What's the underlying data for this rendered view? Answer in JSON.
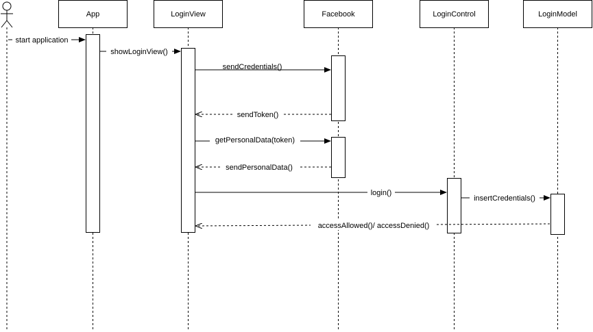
{
  "participants": [
    {
      "id": "actor",
      "label": ""
    },
    {
      "id": "app",
      "label": "App"
    },
    {
      "id": "loginview",
      "label": "LoginView"
    },
    {
      "id": "facebook",
      "label": "Facebook"
    },
    {
      "id": "logincontrol",
      "label": "LoginControl"
    },
    {
      "id": "loginmodel",
      "label": "LoginModel"
    }
  ],
  "messages": [
    {
      "id": "start",
      "label": "start application",
      "from": "actor",
      "to": "app",
      "type": "call"
    },
    {
      "id": "showloginview",
      "label": "showLoginView()",
      "from": "app",
      "to": "loginview",
      "type": "call"
    },
    {
      "id": "sendcredentials",
      "label": "sendCredentials()",
      "from": "loginview",
      "to": "facebook",
      "type": "call"
    },
    {
      "id": "sendtoken",
      "label": "sendToken()",
      "from": "facebook",
      "to": "loginview",
      "type": "return"
    },
    {
      "id": "getpersonaldata",
      "label": "getPersonalData(token)",
      "from": "loginview",
      "to": "facebook",
      "type": "call"
    },
    {
      "id": "sendpersonaldata",
      "label": "sendPersonalData()",
      "from": "facebook",
      "to": "loginview",
      "type": "return"
    },
    {
      "id": "login",
      "label": "login()",
      "from": "loginview",
      "to": "logincontrol",
      "type": "call"
    },
    {
      "id": "insertcredentials",
      "label": "insertCredentials()",
      "from": "logincontrol",
      "to": "loginmodel",
      "type": "call"
    },
    {
      "id": "accessresult",
      "label": "accessAllowed()/ accessDenied()",
      "from": "loginmodel",
      "to": "loginview",
      "type": "return"
    }
  ]
}
